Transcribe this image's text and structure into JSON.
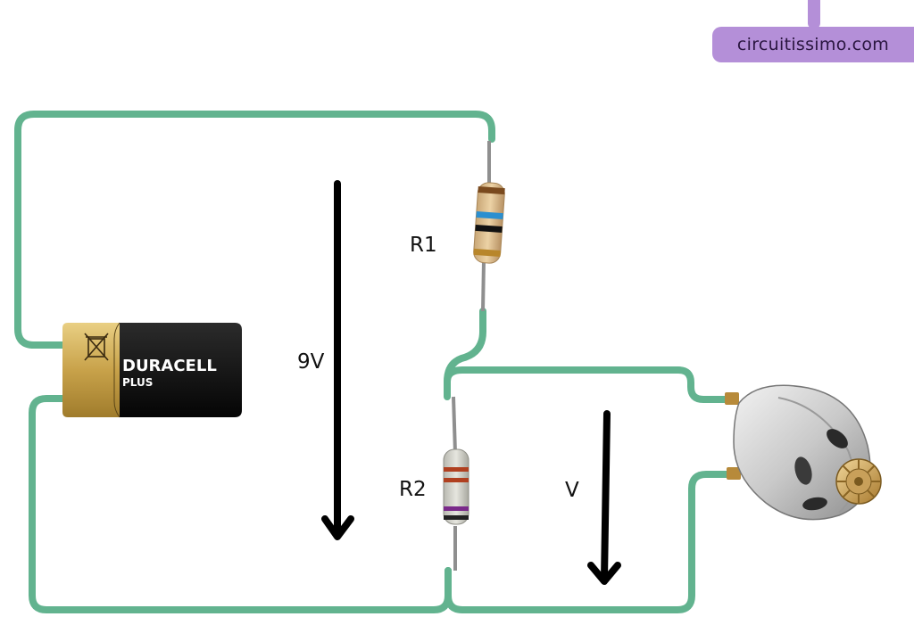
{
  "brand": {
    "text": "circuitissimo.com"
  },
  "labels": {
    "r1": "R1",
    "r2": "R2",
    "source_voltage": "9V",
    "output_voltage": "V"
  },
  "battery": {
    "brand": "DURACELL",
    "line": "PLUS"
  },
  "colors": {
    "wire": "#62b38f",
    "brand_tag": "#b48fd8",
    "arrow": "#000000",
    "battery_gold": "#c8a24a",
    "battery_black": "#111111"
  },
  "components": {
    "resistor_r1_bands": [
      "#7a4a1e",
      "#2a8fd0",
      "#111111",
      "#b8862b"
    ],
    "resistor_r2_bands": [
      "#b04020",
      "#b04020",
      "#7a2a8a",
      "#222222"
    ]
  }
}
